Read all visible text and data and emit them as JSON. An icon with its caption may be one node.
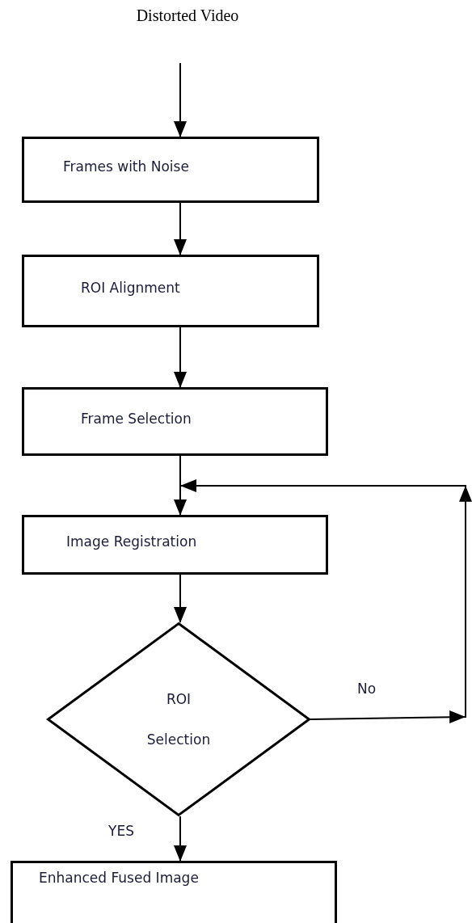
{
  "diagram": {
    "nodes": [
      {
        "text": [
          "Distorted Video"
        ]
      },
      {
        "text": [
          "Frames with Noise"
        ]
      },
      {
        "text": [
          "ROI Alignment"
        ]
      },
      {
        "text": [
          "Frame Selection"
        ]
      },
      {
        "text": [
          "Image Registration"
        ]
      },
      {
        "text": [
          "ROI",
          "Selection"
        ]
      },
      {
        "text": [
          "Enhanced Fused Image"
        ]
      }
    ],
    "edges": [
      {
        "from": 0,
        "to": 1,
        "arrow": "to"
      },
      {
        "from": 1,
        "to": 2,
        "arrow": "to"
      },
      {
        "from": 2,
        "to": 3,
        "arrow": "to"
      },
      {
        "from": 3,
        "to": 4,
        "arrow": "to"
      },
      {
        "from": 4,
        "to": 5,
        "arrow": "to"
      },
      {
        "from": 5,
        "to": 4,
        "label": "No",
        "arrow": "to"
      },
      {
        "from": 5,
        "to": 6,
        "label": "YES",
        "arrow": "to"
      }
    ]
  }
}
